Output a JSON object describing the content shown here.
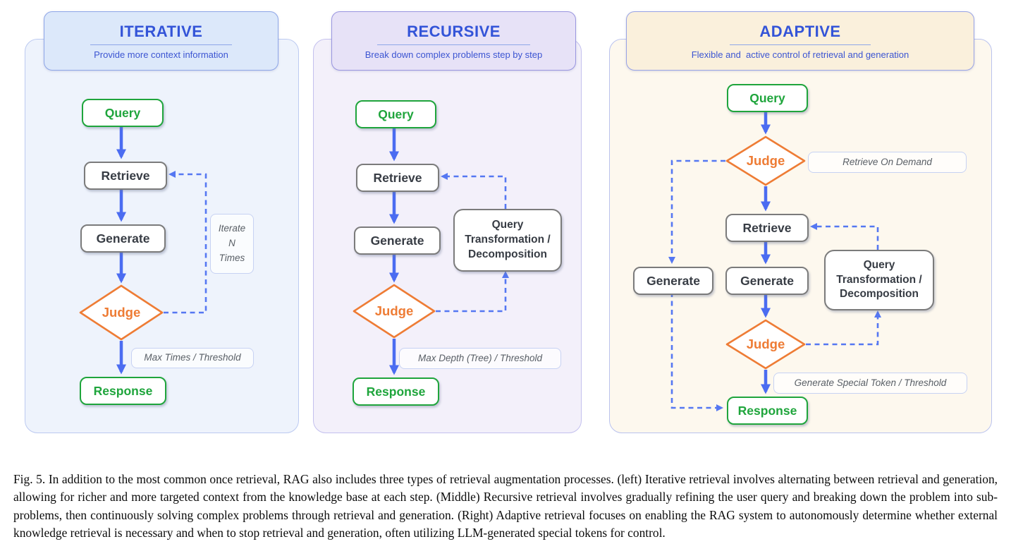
{
  "colors": {
    "green": "#1fa53c",
    "gray_node": "#7b7b7b",
    "orange": "#ee7c35",
    "arrow_blue": "#4b6cf1",
    "dashed_blue": "#5577f2",
    "title_blue": "#3354d8"
  },
  "panels": {
    "iterative": {
      "title": "ITERATIVE",
      "subtitle": "Provide more context information",
      "nodes": {
        "query": "Query",
        "retrieve": "Retrieve",
        "generate": "Generate",
        "judge": "Judge",
        "response": "Response"
      },
      "loop_label_lines": [
        "Iterate",
        "N",
        "Times"
      ],
      "exit_label": "Max Times / Threshold"
    },
    "recursive": {
      "title": "RECURSIVE",
      "subtitle": "Break down complex problems step by step",
      "nodes": {
        "query": "Query",
        "retrieve": "Retrieve",
        "generate": "Generate",
        "judge": "Judge",
        "response": "Response"
      },
      "transform_box_lines": [
        "Query",
        "Transformation /",
        "Decomposition"
      ],
      "exit_label": "Max Depth (Tree) / Threshold"
    },
    "adaptive": {
      "title": "ADAPTIVE",
      "subtitle": "Flexible and  active control of retrieval and generation",
      "nodes": {
        "query": "Query",
        "judge1": "Judge",
        "retrieve": "Retrieve",
        "generate": "Generate",
        "generate_side": "Generate",
        "judge2": "Judge",
        "response": "Response"
      },
      "judge_note": "Retrieve On  Demand",
      "transform_box_lines": [
        "Query",
        "Transformation /",
        "Decomposition"
      ],
      "exit_label": "Generate Special Token / Threshold"
    }
  },
  "caption": "Fig. 5.  In addition to the most common once retrieval, RAG also includes three types of retrieval augmentation processes. (left) Iterative retrieval involves alternating between retrieval and generation, allowing for richer and more targeted context from the knowledge base at each step. (Middle) Recursive retrieval involves gradually refining the user query and breaking down the problem into sub-problems, then continuously solving complex problems through retrieval and generation. (Right) Adaptive retrieval focuses on enabling the RAG system to autonomously determine whether external knowledge retrieval is necessary and when to stop retrieval and generation, often utilizing LLM-generated special tokens for control."
}
